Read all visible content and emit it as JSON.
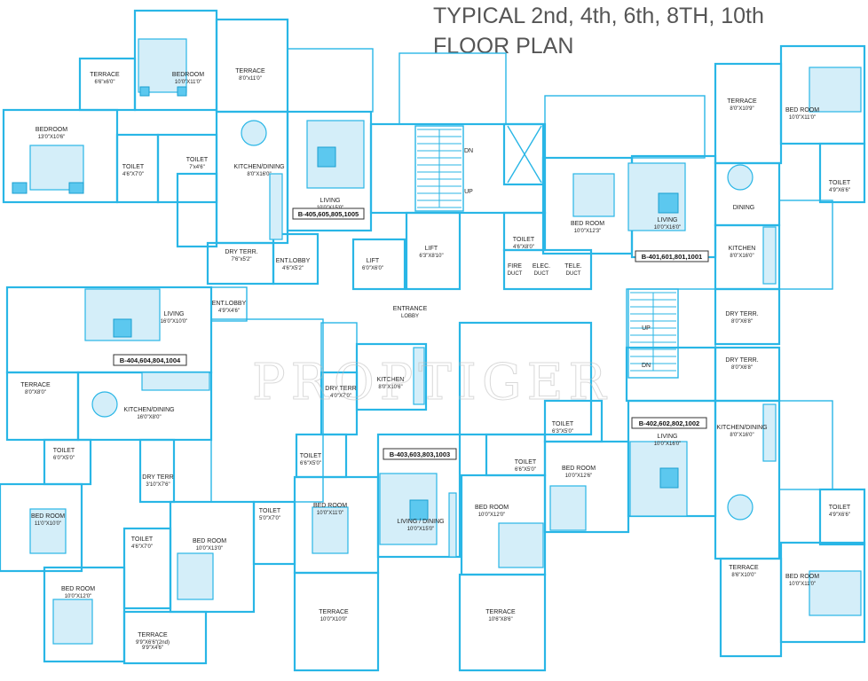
{
  "title": {
    "line1": "TYPICAL 2nd, 4th, 6th, 8TH, 10th",
    "line2": "FLOOR PLAN"
  },
  "watermark": "PROPTIGER",
  "colors": {
    "wall": "#29b6e6",
    "furniture": "#5cc8ef",
    "light_fill": "#d4eef9"
  },
  "unit_tags": [
    "B-405,605,805,1005",
    "B-401,601,801,1001",
    "B-404,604,804,1004",
    "B-402,602,802,1002",
    "B-403,603,803,1003"
  ],
  "rooms": [
    {
      "name": "TERRACE",
      "dim": "6'6\"x6'0\""
    },
    {
      "name": "BEDROOM",
      "dim": "10'0\"X11'0\""
    },
    {
      "name": "TERRACE",
      "dim": "8'0\"x11'0\""
    },
    {
      "name": "BEDROOM",
      "dim": "13'0\"X10'6\""
    },
    {
      "name": "TOILET",
      "dim": "7'x4'6\""
    },
    {
      "name": "TOILET",
      "dim": "4'6\"X7'0\""
    },
    {
      "name": "KITCHEN/DINING",
      "dim": "8'0\"X16'0\""
    },
    {
      "name": "LIVING",
      "dim": "10'0\"X15'0\""
    },
    {
      "name": "DRY TERR.",
      "dim": "7'6\"x5'2\""
    },
    {
      "name": "ENT.LOBBY",
      "dim": "4'6\"X5'2\""
    },
    {
      "name": "LIFT",
      "dim": "6'0\"X6'0\""
    },
    {
      "name": "LIFT",
      "dim": "6'3\"X8'10\""
    },
    {
      "name": "TOILET",
      "dim": "4'6\"X8'0\""
    },
    {
      "name": "FIRE",
      "dim": "DUCT"
    },
    {
      "name": "ELEC.",
      "dim": "DUCT"
    },
    {
      "name": "TELE.",
      "dim": "DUCT"
    },
    {
      "name": "BED ROOM",
      "dim": "10'0\"X12'3\""
    },
    {
      "name": "LIVING",
      "dim": "10'0\"X16'0\""
    },
    {
      "name": "TERRACE",
      "dim": "8'0\"X10'9\""
    },
    {
      "name": "BED ROOM",
      "dim": "10'0\"X11'0\""
    },
    {
      "name": "DINING",
      "dim": ""
    },
    {
      "name": "TOILET",
      "dim": "4'9\"X6'6\""
    },
    {
      "name": "KITCHEN",
      "dim": "8'0\"X16'0\""
    },
    {
      "name": "DRY TERR.",
      "dim": "8'0\"X6'8\""
    },
    {
      "name": "ENT.LOBBY",
      "dim": "4'9\"X4'6\""
    },
    {
      "name": "LIVING",
      "dim": "16'0\"X10'0\""
    },
    {
      "name": "ENTRANCE",
      "dim": "LOBBY"
    },
    {
      "name": "TERRACE",
      "dim": "8'0\"X8'0\""
    },
    {
      "name": "KITCHEN/DINING",
      "dim": "16'0\"X8'0\""
    },
    {
      "name": "KITCHEN",
      "dim": "8'0\"X10'6\""
    },
    {
      "name": "DRY TERR",
      "dim": "4'0\"X7'0\""
    },
    {
      "name": "DRY TERR.",
      "dim": "8'0\"X6'8\""
    },
    {
      "name": "KITCHEN/DINING",
      "dim": "8'0\"X16'0\""
    },
    {
      "name": "TOILET",
      "dim": "6'0\"X5'0\""
    },
    {
      "name": "DRY TERR",
      "dim": "3'10\"X7'6\""
    },
    {
      "name": "TOILET",
      "dim": "6'6\"X5'0\""
    },
    {
      "name": "LIVING / DINING",
      "dim": "10'0\"X15'0\""
    },
    {
      "name": "TOILET",
      "dim": "6'6\"X5'0\""
    },
    {
      "name": "TOILET",
      "dim": "6'3\"X5'0\""
    },
    {
      "name": "LIVING",
      "dim": "10'0\"X16'0\""
    },
    {
      "name": "BED ROOM",
      "dim": "11'0\"X10'0\""
    },
    {
      "name": "BED ROOM",
      "dim": "10'0\"X11'0\""
    },
    {
      "name": "BED ROOM",
      "dim": "10'0\"X12'0\""
    },
    {
      "name": "BED ROOM",
      "dim": "10'0\"X12'6\""
    },
    {
      "name": "TOILET",
      "dim": "5'0\"X7'0\""
    },
    {
      "name": "BED ROOM",
      "dim": "10'0\"X13'0\""
    },
    {
      "name": "TOILET",
      "dim": "4'6\"X7'0\""
    },
    {
      "name": "TOILET",
      "dim": "4'9\"X6'6\""
    },
    {
      "name": "BED ROOM",
      "dim": "10'0\"X12'0\""
    },
    {
      "name": "TERRACE",
      "dim": "10'0\"X10'0\""
    },
    {
      "name": "TERRACE",
      "dim": "10'6\"X8'6\""
    },
    {
      "name": "TERRACE",
      "dim": "8'6\"X10'0\""
    },
    {
      "name": "BED ROOM",
      "dim": "10'0\"X11'0\""
    },
    {
      "name": "TERRACE",
      "dim": "9'9\"X6'6\"(2nd)"
    },
    {
      "name": "",
      "dim": "9'9\"X4'6\""
    }
  ],
  "stairs": {
    "dn1": "DN",
    "up1": "UP",
    "up2": "UP",
    "dn2": "DN"
  }
}
